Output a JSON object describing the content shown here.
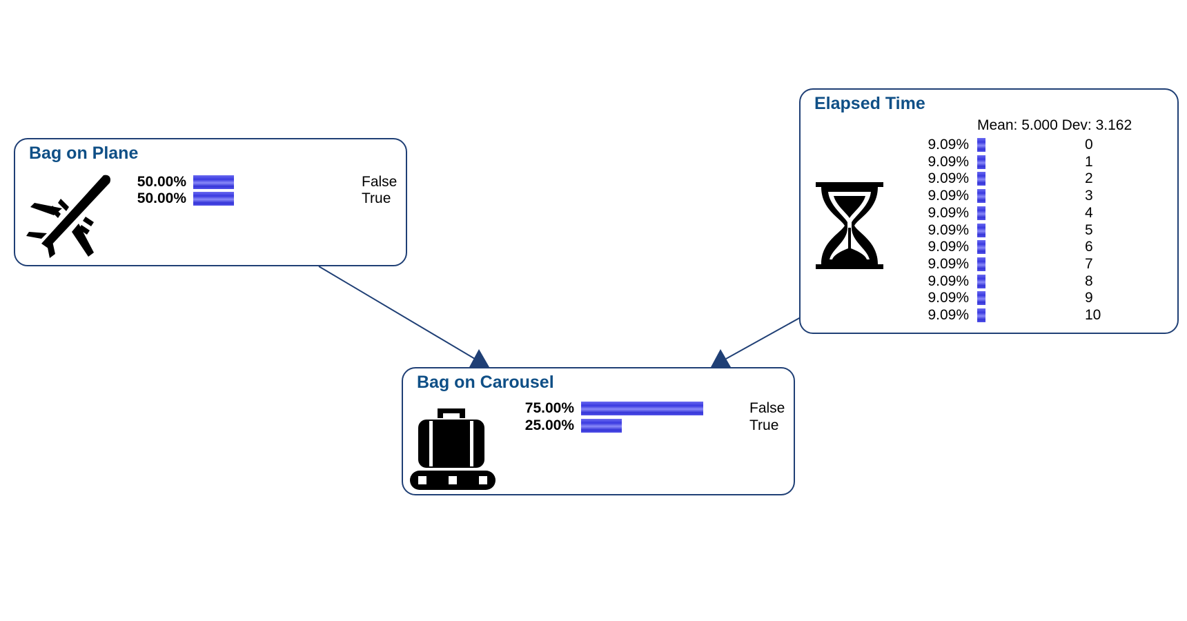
{
  "colors": {
    "border": "#1f3f75",
    "title": "#0f4f86",
    "bar": "#4040e0",
    "edge": "#1f3f75"
  },
  "nodes": {
    "plane": {
      "title": "Bag on Plane",
      "icon": "airplane-icon",
      "states": [
        {
          "pct": "50.00%",
          "value": 0.5,
          "label": "False"
        },
        {
          "pct": "50.00%",
          "value": 0.5,
          "label": "True"
        }
      ]
    },
    "time": {
      "title": "Elapsed Time",
      "icon": "hourglass-icon",
      "stats": "Mean: 5.000 Dev: 3.162",
      "states": [
        {
          "pct": "9.09%",
          "value": 0.0909,
          "label": "0"
        },
        {
          "pct": "9.09%",
          "value": 0.0909,
          "label": "1"
        },
        {
          "pct": "9.09%",
          "value": 0.0909,
          "label": "2"
        },
        {
          "pct": "9.09%",
          "value": 0.0909,
          "label": "3"
        },
        {
          "pct": "9.09%",
          "value": 0.0909,
          "label": "4"
        },
        {
          "pct": "9.09%",
          "value": 0.0909,
          "label": "5"
        },
        {
          "pct": "9.09%",
          "value": 0.0909,
          "label": "6"
        },
        {
          "pct": "9.09%",
          "value": 0.0909,
          "label": "7"
        },
        {
          "pct": "9.09%",
          "value": 0.0909,
          "label": "8"
        },
        {
          "pct": "9.09%",
          "value": 0.0909,
          "label": "9"
        },
        {
          "pct": "9.09%",
          "value": 0.0909,
          "label": "10"
        }
      ]
    },
    "carousel": {
      "title": "Bag on Carousel",
      "icon": "baggage-carousel-icon",
      "states": [
        {
          "pct": "75.00%",
          "value": 0.75,
          "label": "False"
        },
        {
          "pct": "25.00%",
          "value": 0.25,
          "label": "True"
        }
      ]
    }
  },
  "edges": [
    {
      "from": "plane",
      "to": "carousel"
    },
    {
      "from": "time",
      "to": "carousel"
    }
  ]
}
